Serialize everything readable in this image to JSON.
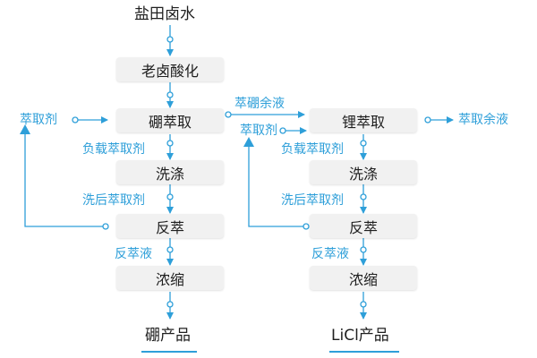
{
  "colors": {
    "flow": "#2e9fd9",
    "box": "#f1f1f1",
    "text": "#1f1f1f"
  },
  "source": "盐田卤水",
  "left_chain": {
    "steps": [
      "老卤酸化",
      "硼萃取",
      "洗涤",
      "反萃",
      "浓缩"
    ],
    "reagent_in": "萃取剂",
    "loaded_extractant": "负载萃取剂",
    "washed_extractant": "洗后萃取剂",
    "strip_liquor": "反萃液",
    "product": "硼产品"
  },
  "transfer": "萃硼余液",
  "right_chain": {
    "steps": [
      "锂萃取",
      "洗涤",
      "反萃",
      "浓缩"
    ],
    "reagent_in": "萃取剂",
    "raffinate_out": "萃取余液",
    "loaded_extractant": "负载萃取剂",
    "washed_extractant": "洗后萃取剂",
    "strip_liquor": "反萃液",
    "product": "LiCl产品"
  }
}
